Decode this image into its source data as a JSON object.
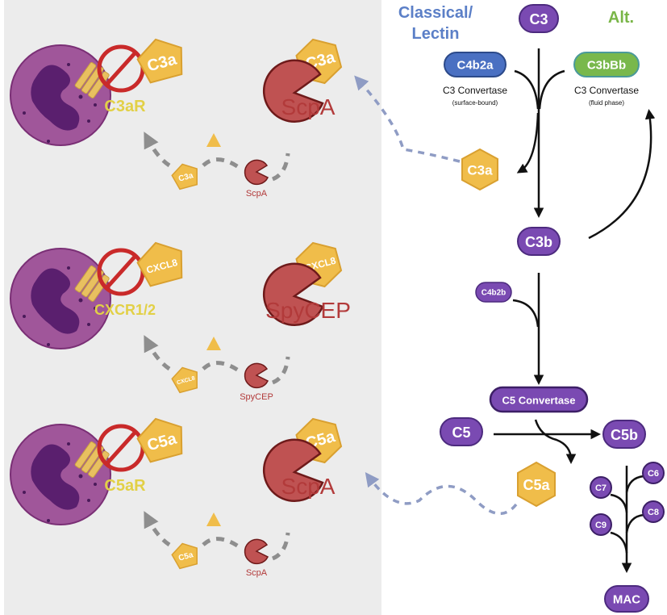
{
  "pathways": {
    "classical_label_1": "Classical/",
    "classical_label_2": "Lectin",
    "alt_label": "Alt."
  },
  "cascade": {
    "c3": "C3",
    "c4b2a": "C4b2a",
    "c4b2a_caption": "C3 Convertase",
    "c4b2a_sub": "(surface-bound)",
    "c3bbb": "C3bBb",
    "c3bbb_caption": "C3 Convertase",
    "c3bbb_sub": "(fluid phase)",
    "c3a": "C3a",
    "c3b": "C3b",
    "c4b2b": "C4b2b",
    "c5_convertase": "C5 Convertase",
    "c5": "C5",
    "c5b": "C5b",
    "c5a": "C5a",
    "mac_components": [
      "C6",
      "C7",
      "C8",
      "C9"
    ],
    "mac": "MAC"
  },
  "rows": [
    {
      "ligand": "C3a",
      "receptor": "C3aR",
      "protease": "ScpA"
    },
    {
      "ligand": "CXCL8",
      "receptor": "CXCR1/2",
      "protease": "SpyCEP"
    },
    {
      "ligand": "C5a",
      "receptor": "C5aR",
      "protease": "ScpA"
    }
  ],
  "colors": {
    "panel": "#ececec",
    "purple": "#7a4ab2",
    "blue": "#4a70c2",
    "green": "#79b84c",
    "yellow": "#f0bd4a",
    "red": "#b94646",
    "neutrophil": "#a0569a"
  }
}
